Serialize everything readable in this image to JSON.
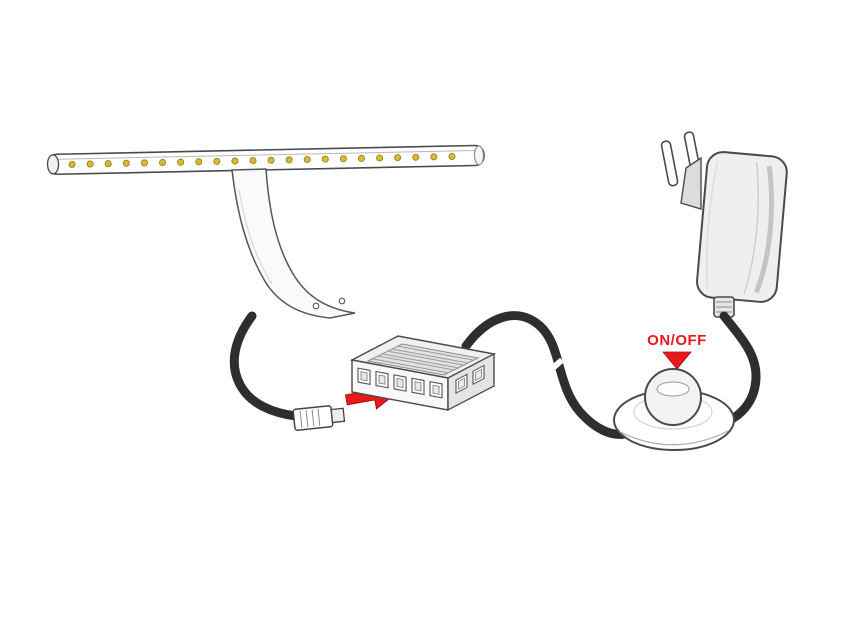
{
  "figure": {
    "type": "wiring-diagram",
    "label_on_off": "ON/OFF",
    "led_count": 22,
    "colors": {
      "accent_red": "#e8191c",
      "accent_red_dark": "#a50e10",
      "led_yellow": "#d8b930",
      "led_ring": "#8f7a1c",
      "outline": "#4a4a4a",
      "cable": "#2e2e2e",
      "background": "#ffffff"
    },
    "parts": [
      "led-light-bar",
      "mounting-bracket",
      "power-cable-with-connector",
      "distributor-box",
      "plug-in-direction-arrow",
      "foot-switch",
      "power-adapter-eu-plug"
    ]
  }
}
